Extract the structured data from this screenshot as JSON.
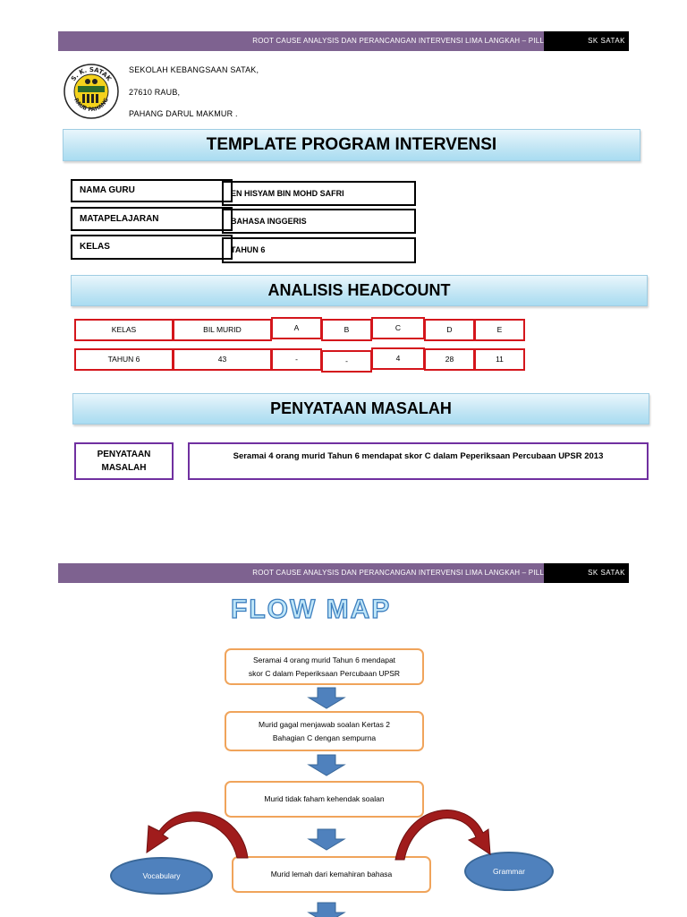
{
  "header": {
    "title": "ROOT CAUSE ANALYSIS DAN PERANCANGAN INTERVENSI LIMA LANGKAH – PILL",
    "tag": "SK SATAK"
  },
  "school": {
    "logo_text_top": "S. K. SATAK",
    "logo_text_bottom": "RAUB PAHANG",
    "line1": "SEKOLAH KEBANGSAAN SATAK,",
    "line2": "27610 RAUB,",
    "line3": "PAHANG DARUL MAKMUR ."
  },
  "template_title": "TEMPLATE PROGRAM INTERVENSI",
  "info": {
    "nama_guru_label": "NAMA GURU",
    "nama_guru_value": "EN HISYAM BIN MOHD SAFRI",
    "matapelajaran_label": "MATAPELAJARAN",
    "matapelajaran_value": "BAHASA INGGERIS",
    "kelas_label": "KELAS",
    "kelas_value": "TAHUN 6"
  },
  "headcount": {
    "title": "ANALISIS HEADCOUNT",
    "headers": [
      "KELAS",
      "BIL MURID",
      "A",
      "B",
      "C",
      "D",
      "E"
    ],
    "row": [
      "TAHUN 6",
      "43",
      "-",
      "-",
      "4",
      "28",
      "11"
    ]
  },
  "masalah": {
    "title": "PENYATAAN MASALAH",
    "label_line1": "PENYATAAN",
    "label_line2": "MASALAH",
    "statement": "Seramai 4 orang murid Tahun 6 mendapat skor C dalam Peperiksaan Percubaan UPSR 2013"
  },
  "flow": {
    "title": "FLOW MAP",
    "step1_line1": "Seramai 4 orang murid Tahun 6 mendapat",
    "step1_line2": "skor C dalam Peperiksaan Percubaan UPSR",
    "step2_line1": "Murid gagal menjawab soalan Kertas 2",
    "step2_line2": "Bahagian C dengan sempurna",
    "step3": "Murid tidak faham kehendak soalan",
    "step4": "Murid lemah dari kemahiran bahasa",
    "left_branch": "Vocabulary",
    "right_branch": "Grammar"
  },
  "colors": {
    "header_bar": "#7e6290",
    "banner": "#c1e5f4",
    "table_border": "#d4161c",
    "problem_border": "#7030a0",
    "flow_node_border": "#f0a45b",
    "arrow": "#4f81bd",
    "curved_arrow": "#a01c1c"
  }
}
